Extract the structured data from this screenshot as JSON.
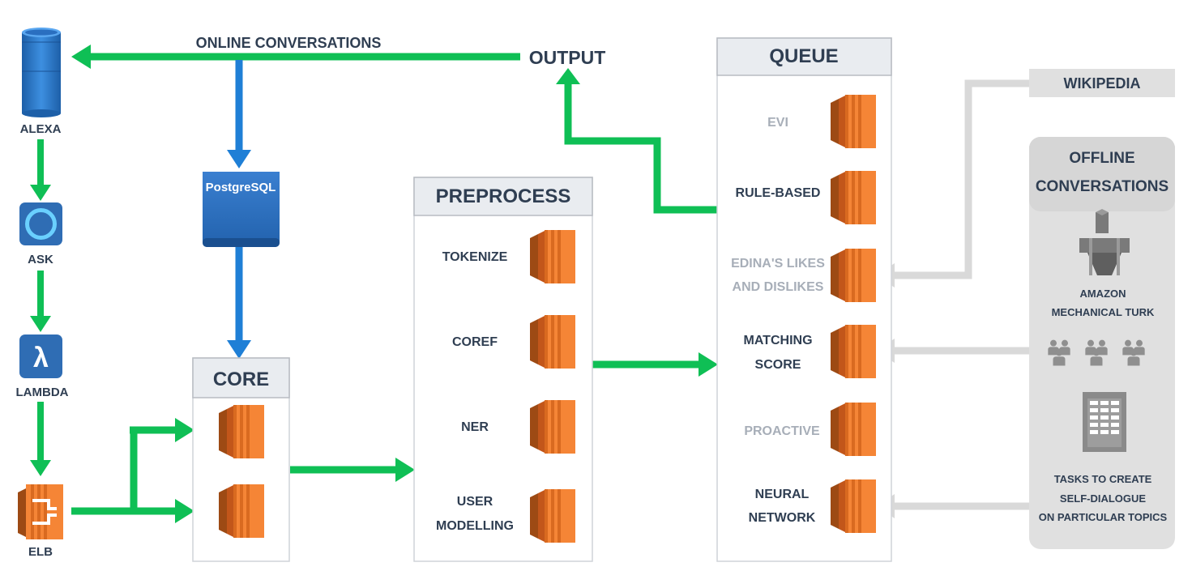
{
  "colors": {
    "green_arrow": "#0fbf55",
    "blue_arrow": "#1f7fd6",
    "grey_arrow": "#d9d9d9",
    "ec2_orange": "#f58536",
    "ec2_dark": "#9d4a14",
    "label_dark": "#2f3e52",
    "label_muted": "#a7aeb8",
    "panel_bg": "#e0e0e0"
  },
  "left_stack": {
    "alexa": {
      "label": "ALEXA",
      "icon": "alexa-device-icon"
    },
    "ask": {
      "label": "ASK",
      "icon": "alexa-skills-kit-icon"
    },
    "lambda": {
      "label": "LAMBDA",
      "icon": "lambda-icon",
      "glyph": "λ"
    },
    "elb": {
      "label": "ELB",
      "icon": "elastic-load-balancer-icon"
    }
  },
  "top": {
    "online_conversations": "ONLINE CONVERSATIONS",
    "output": "OUTPUT",
    "postgres": "PostgreSQL"
  },
  "core": {
    "title": "CORE",
    "instances": 2
  },
  "preprocess": {
    "title": "PREPROCESS",
    "items": [
      {
        "line1": "TOKENIZE",
        "line2": ""
      },
      {
        "line1": "COREF",
        "line2": ""
      },
      {
        "line1": "NER",
        "line2": ""
      },
      {
        "line1": "USER",
        "line2": "MODELLING"
      }
    ]
  },
  "queue": {
    "title": "QUEUE",
    "items": [
      {
        "line1": "EVI",
        "line2": "",
        "muted": true
      },
      {
        "line1": "RULE-BASED",
        "line2": "",
        "muted": false
      },
      {
        "line1": "EDINA'S LIKES",
        "line2": "AND DISLIKES",
        "muted": true
      },
      {
        "line1": "MATCHING",
        "line2": "SCORE",
        "muted": false
      },
      {
        "line1": "PROACTIVE",
        "line2": "",
        "muted": true
      },
      {
        "line1": "NEURAL",
        "line2": "NETWORK",
        "muted": false
      }
    ]
  },
  "right": {
    "wikipedia": "WIKIPEDIA",
    "offline_title_1": "OFFLINE",
    "offline_title_2": "CONVERSATIONS",
    "mturk_1": "AMAZON",
    "mturk_2": "MECHANICAL TURK",
    "tasks_1": "TASKS TO CREATE",
    "tasks_2": "SELF-DIALOGUE",
    "tasks_3": "ON PARTICULAR TOPICS"
  }
}
